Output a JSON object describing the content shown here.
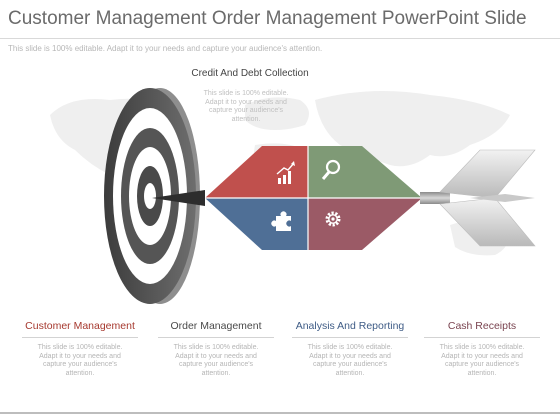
{
  "title": "Customer Management Order Management PowerPoint Slide",
  "subtitle": "This slide is 100% editable. Adapt it to your needs and capture your audience's attention.",
  "callout": {
    "title": "Credit And Debt Collection",
    "description": "This slide is 100% editable. Adapt it to your needs and capture your audience's attention."
  },
  "segments": [
    {
      "icon": "growth-chart-icon",
      "color": "#c0504d"
    },
    {
      "icon": "magnifier-icon",
      "color": "#7f9a76"
    },
    {
      "icon": "puzzle-icon",
      "color": "#4f6f96"
    },
    {
      "icon": "gear-icon",
      "color": "#9b5a66"
    }
  ],
  "columns": [
    {
      "title": "Customer Management",
      "color": "#a6392f",
      "description": "This slide is 100% editable. Adapt it to your needs and capture your audience's attention."
    },
    {
      "title": "Order Management",
      "color": "#4a4a4a",
      "description": "This slide is 100% editable. Adapt it to your needs and capture your audience's attention."
    },
    {
      "title": "Analysis And Reporting",
      "color": "#3f5c86",
      "description": "This slide is 100% editable. Adapt it to your needs and capture your audience's attention."
    },
    {
      "title": "Cash Receipts",
      "color": "#7a4450",
      "description": "This slide is 100% editable. Adapt it to your needs and capture your audience's attention."
    }
  ]
}
